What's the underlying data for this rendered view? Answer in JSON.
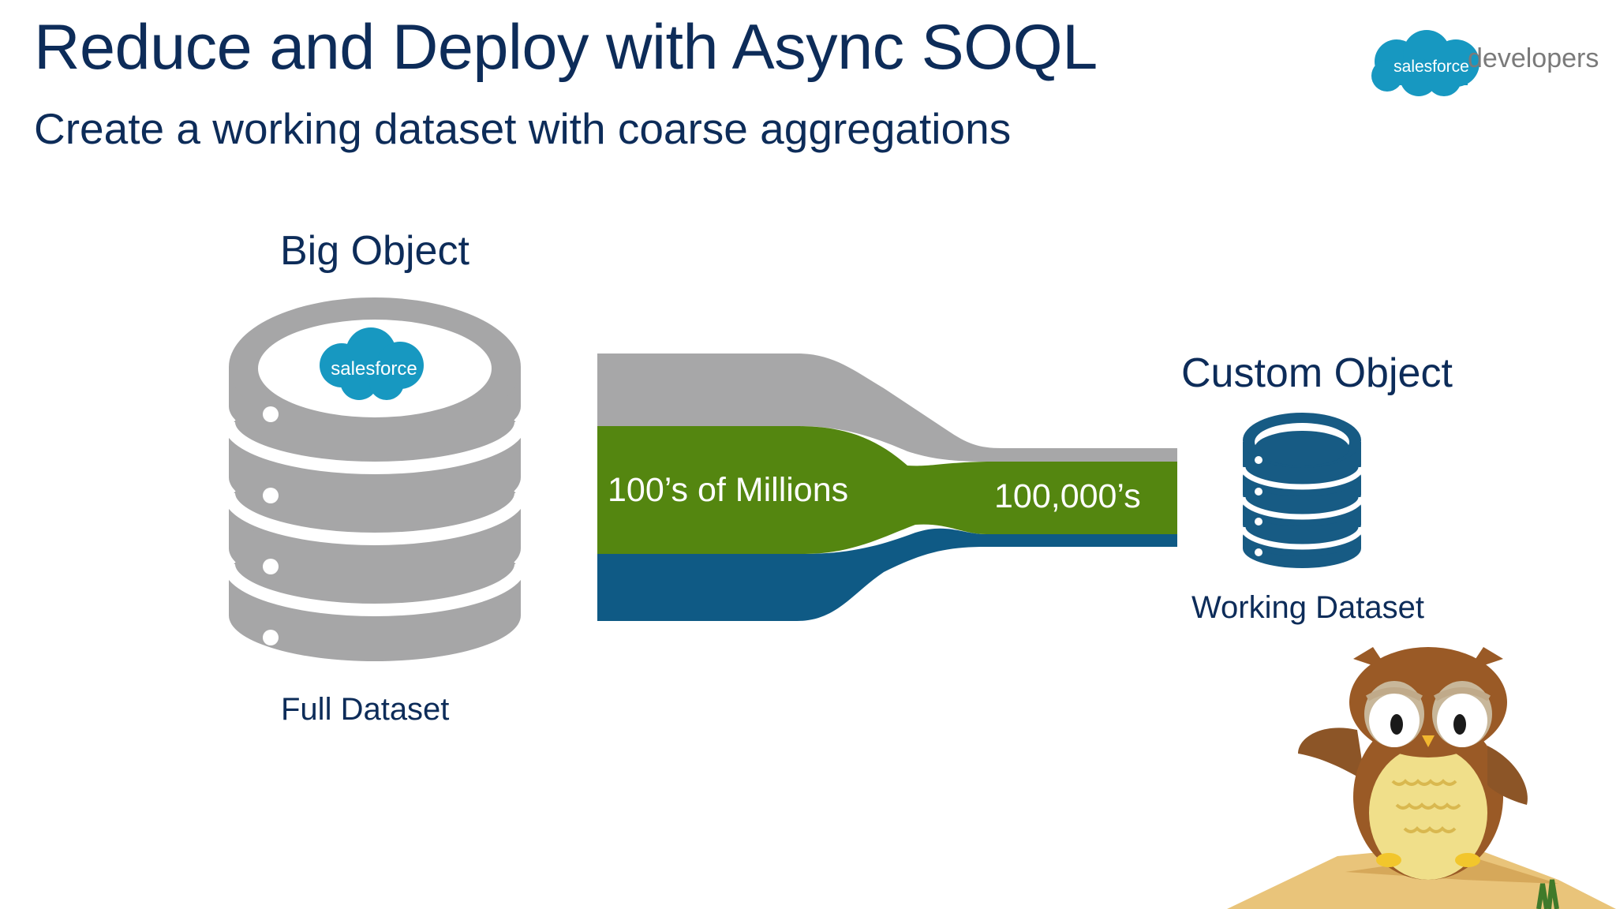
{
  "slide": {
    "title": "Reduce and Deploy with Async SOQL",
    "subtitle": "Create a working dataset with coarse aggregations"
  },
  "brand": {
    "logo_text": "salesforce",
    "suffix": "developers"
  },
  "source": {
    "heading": "Big Object",
    "logo_text": "salesforce",
    "caption": "Full Dataset"
  },
  "funnel": {
    "input_label": "100’s of Millions",
    "output_label": "100,000’s",
    "colors": {
      "gray": "#a7a7a8",
      "green": "#548610",
      "blue": "#0f5a85"
    }
  },
  "target": {
    "heading": "Custom Object",
    "caption": "Working Dataset"
  },
  "colors": {
    "title": "#0d2c59",
    "salesforce_blue": "#1798c1",
    "db_gray": "#a6a6a7",
    "db_blue": "#175b84"
  },
  "mascot": {
    "icon": "owl-mascot-icon"
  }
}
